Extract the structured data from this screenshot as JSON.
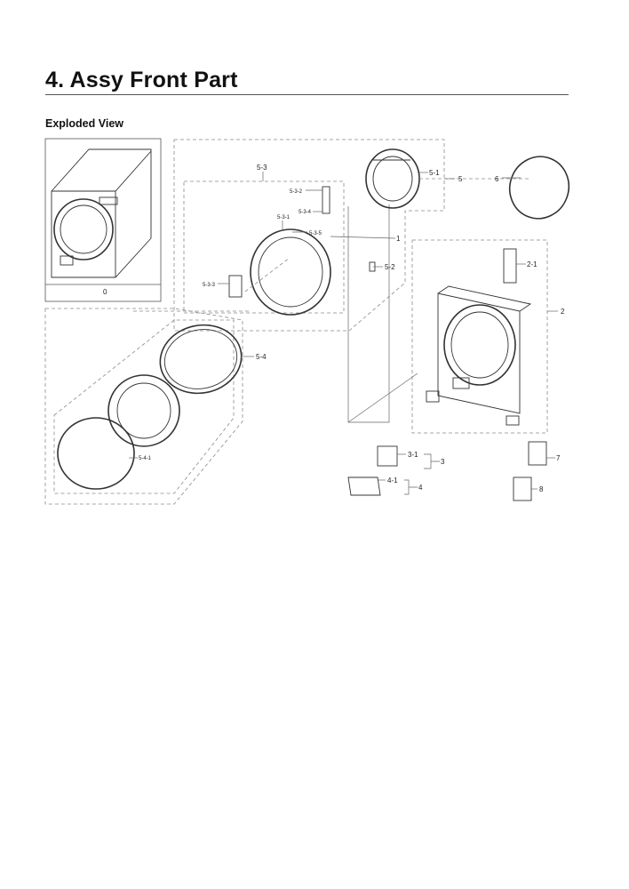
{
  "header": {
    "title": "4.  Assy Front Part",
    "subtitle": "Exploded View"
  },
  "callouts": {
    "c0": "0",
    "c1": "1",
    "c2": "2",
    "c2_1": "2-1",
    "c3": "3",
    "c3_1": "3-1",
    "c4": "4",
    "c4_1": "4-1",
    "c5": "5",
    "c5_1": "5-1",
    "c5_2": "5-2",
    "c5_3": "5-3",
    "c5_3_1": "5-3-1",
    "c5_3_2": "5-3-2",
    "c5_3_3": "5-3-3",
    "c5_3_4": "5-3-4",
    "c5_3_5": "5-3-5",
    "c5_4": "5-4",
    "c5_4_1": "5-4-1",
    "c6": "6",
    "c7": "7",
    "c8": "8"
  }
}
